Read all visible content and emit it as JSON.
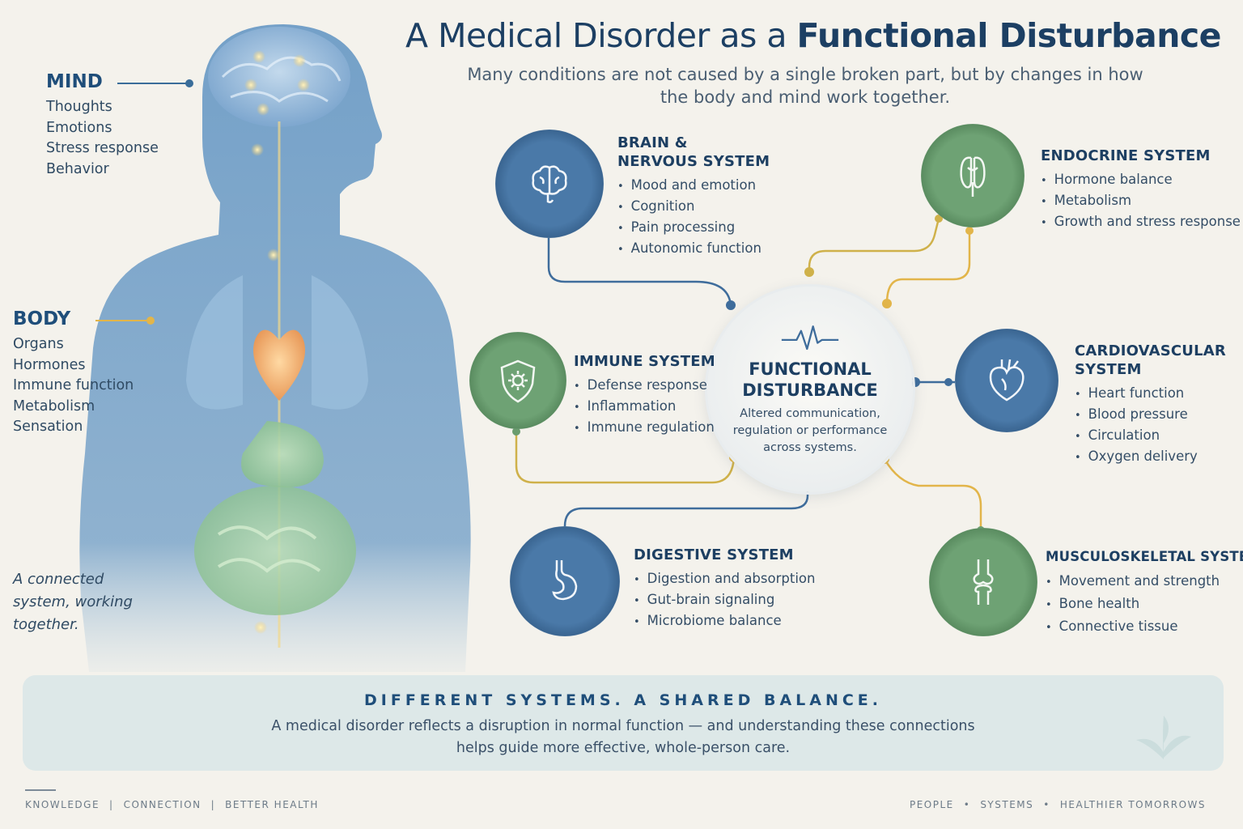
{
  "header": {
    "title_plain": "A Medical Disorder as a ",
    "title_bold": "Functional Disturbance",
    "subtitle_line1": "Many conditions are not caused by a single broken part, but by changes in how",
    "subtitle_line2": "the body and mind work together."
  },
  "mind": {
    "heading": "MIND",
    "items": [
      "Thoughts",
      "Emotions",
      "Stress response",
      "Behavior"
    ]
  },
  "body": {
    "heading": "BODY",
    "items": [
      "Organs",
      "Hormones",
      "Immune function",
      "Metabolism",
      "Sensation"
    ]
  },
  "tagline": {
    "line1": "A connected",
    "line2": "system, working",
    "line3": "together."
  },
  "center": {
    "title_line1": "FUNCTIONAL",
    "title_line2": "DISTURBANCE",
    "desc_line1": "Altered communication,",
    "desc_line2": "regulation or performance",
    "desc_line3": "across systems."
  },
  "systems": {
    "brain": {
      "title_line1": "BRAIN &",
      "title_line2": "NERVOUS SYSTEM",
      "items": [
        "Mood and emotion",
        "Cognition",
        "Pain processing",
        "Autonomic function"
      ],
      "icon": "brain-icon"
    },
    "endocrine": {
      "title_line1": "ENDOCRINE SYSTEM",
      "items": [
        "Hormone balance",
        "Metabolism",
        "Growth and stress response"
      ],
      "icon": "thyroid-icon"
    },
    "immune": {
      "title_line1": "IMMUNE SYSTEM",
      "items": [
        "Defense response",
        "Inflammation",
        "Immune regulation"
      ],
      "icon": "shield-icon"
    },
    "cardio": {
      "title_line1": "CARDIOVASCULAR",
      "title_line2": "SYSTEM",
      "items": [
        "Heart function",
        "Blood pressure",
        "Circulation",
        "Oxygen delivery"
      ],
      "icon": "heart-icon"
    },
    "digestive": {
      "title_line1": "DIGESTIVE SYSTEM",
      "items": [
        "Digestion and absorption",
        "Gut-brain signaling",
        "Microbiome balance"
      ],
      "icon": "stomach-icon"
    },
    "musculo": {
      "title_line1": "MUSCULOSKELETAL SYSTEM",
      "items": [
        "Movement and strength",
        "Bone health",
        "Connective tissue"
      ],
      "icon": "joint-icon"
    }
  },
  "banner": {
    "heading": "DIFFERENT SYSTEMS. A SHARED BALANCE.",
    "line1": "A medical disorder reflects a disruption in normal function — and understanding these connections",
    "line2": "helps guide more effective, whole-person care."
  },
  "footer": {
    "left": [
      "KNOWLEDGE",
      "CONNECTION",
      "BETTER HEALTH"
    ],
    "right": [
      "PEOPLE",
      "SYSTEMS",
      "HEALTHIER TOMORROWS"
    ]
  },
  "colors": {
    "blue": "#3f6d9c",
    "green": "#6a9c6e",
    "gold": "#e2b54a",
    "navy": "#1d3f62"
  }
}
